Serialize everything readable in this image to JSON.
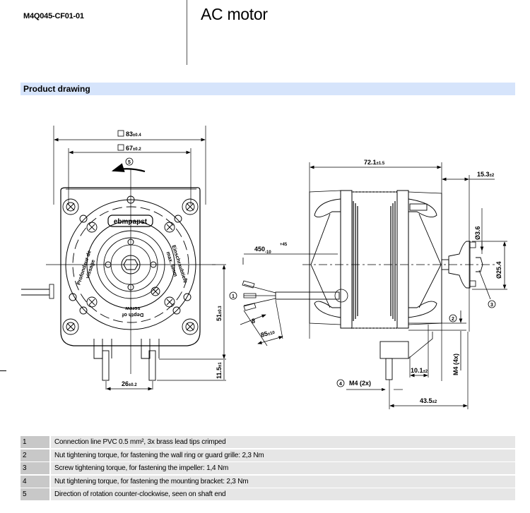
{
  "header": {
    "model": "M4Q045-CF01-01",
    "title": "AC motor"
  },
  "section": {
    "title": "Product drawing"
  },
  "drawing": {
    "brand_logo": "ebmpapst",
    "front_view": {
      "dim_outer": "83",
      "dim_outer_tol": "±0.4",
      "dim_inner": "67",
      "dim_inner_tol": "±0.2",
      "dim_height": "51",
      "dim_height_tol": "±0.3",
      "dim_pin": "11.5",
      "dim_pin_tol": "±1",
      "dim_pin_spacing": "26",
      "dim_pin_spacing_tol": "±0.2",
      "callout_rotation": "5",
      "label_fr_1": "Profondeur de",
      "label_fr_2": "vissage",
      "label_de_1": "Einschraubtiefe",
      "label_de_2": "max. 5mm",
      "label_en_1": "Depth of",
      "label_en_2": "screw"
    },
    "side_view": {
      "dim_length": "72.1",
      "dim_length_tol": "±1.5",
      "dim_shaft": "15.3",
      "dim_shaft_tol": "±2",
      "dim_cable": "450",
      "dim_cable_tol_plus": "+45",
      "dim_cable_tol_minus": "-10",
      "dim_hub_bore": "Ø3.6",
      "dim_hub": "Ø25.4",
      "dim_strip": "8",
      "dim_lead": "85",
      "dim_lead_tol": "±10",
      "dim_bracket": "10.1",
      "dim_bracket_tol": "±2",
      "dim_overall": "43.5",
      "dim_overall_tol": "±2",
      "thread_side": "M4 (4x)",
      "thread_bottom": "M4 (2x)",
      "callout_cable": "1",
      "callout_nut": "2",
      "callout_screw": "3",
      "callout_bracket": "4"
    }
  },
  "notes": [
    {
      "num": "1",
      "text": "Connection line PVC 0.5 mm², 3x brass lead tips crimped"
    },
    {
      "num": "2",
      "text": "Nut tightening torque, for fastening the wall ring or guard grille: 2,3 Nm"
    },
    {
      "num": "3",
      "text": "Screw tightening torque, for fastening the impeller: 1,4 Nm"
    },
    {
      "num": "4",
      "text": "Nut tightening torque, for fastening the mounting bracket: 2,3 Nm"
    },
    {
      "num": "5",
      "text": "Direction of rotation counter-clockwise, seen on shaft end"
    }
  ]
}
